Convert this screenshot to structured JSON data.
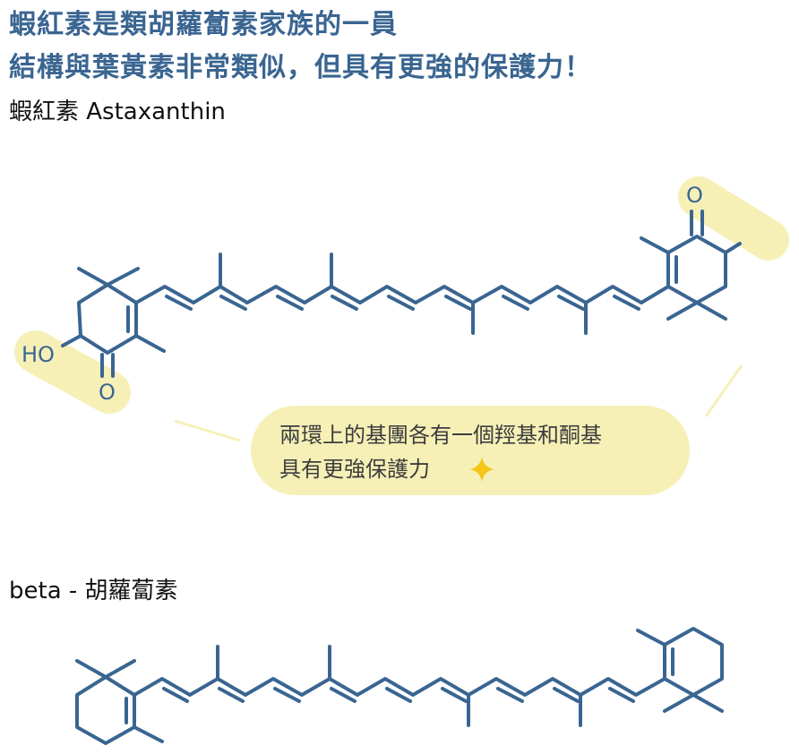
{
  "headline": {
    "line1": "蝦紅素是類胡蘿蔔素家族的一員",
    "line2": "結構與葉黃素非常類似，但具有更強的保護力！"
  },
  "astaxanthin": {
    "label": "蝦紅素 Astaxanthin",
    "atoms": {
      "hydroxyl": "HO",
      "keto_left": "O",
      "keto_right": "O"
    }
  },
  "callout": {
    "line1": "兩環上的基團各有一個羥基和酮基",
    "line2": "具有更強保護力"
  },
  "beta_carotene": {
    "label": "beta - 胡蘿蔔素"
  },
  "colors": {
    "headline": "#3a6591",
    "bond": "#3a6591",
    "highlight": "#f6f0b7",
    "sparkle": "#f5c518"
  }
}
